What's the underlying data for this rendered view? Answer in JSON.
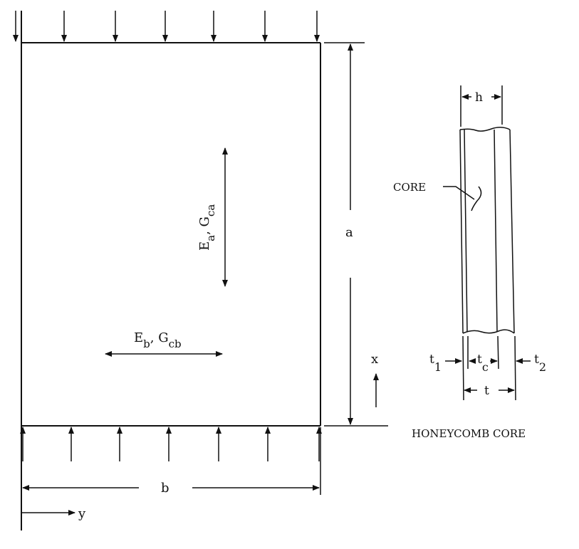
{
  "plate": {
    "dim_a": "a",
    "dim_b": "b",
    "axis_x": "x",
    "axis_y": "y",
    "prop_a": {
      "E": "E",
      "E_sub": "a",
      "sep": ", ",
      "G": "G",
      "G_sub": "ca"
    },
    "prop_b": {
      "E": "E",
      "E_sub": "b",
      "sep": ", ",
      "G": "G",
      "G_sub": "cb"
    }
  },
  "honeycomb": {
    "title": "HONEYCOMB CORE",
    "core_label": "CORE",
    "h": "h",
    "t1": "t",
    "t1_sub": "1",
    "tc": "t",
    "tc_sub": "c",
    "t2": "t",
    "t2_sub": "2",
    "t": "t"
  }
}
